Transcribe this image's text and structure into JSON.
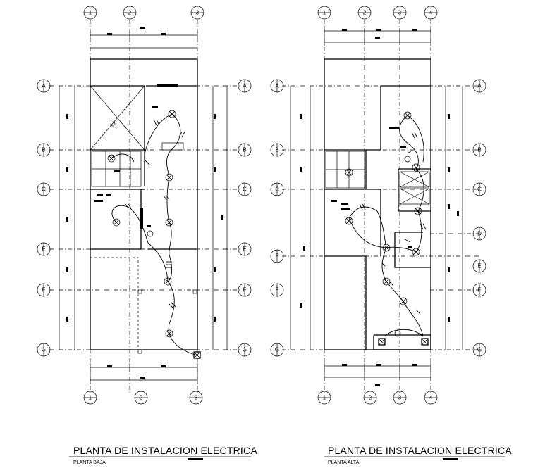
{
  "sheets": [
    {
      "title": "PLANTA DE INSTALACION ELECTRICA",
      "subtitle": "PLANTA BAJA",
      "axes_top": [
        "1",
        "2",
        "3"
      ],
      "axes_bottom": [
        "1",
        "2",
        "3"
      ],
      "axes_left": [
        "A",
        "B",
        "C",
        "E",
        "F",
        "G"
      ],
      "axes_right": [
        "A",
        "B",
        "C",
        "E",
        "F",
        "G"
      ]
    },
    {
      "title": "PLANTA DE INSTALACION ELECTRICA",
      "subtitle": "PLANTA ALTA",
      "axes_top": [
        "1",
        "2",
        "3",
        "4"
      ],
      "axes_bottom": [
        "1",
        "2",
        "3",
        "4"
      ],
      "axes_left": [
        "A",
        "B",
        "C",
        "E",
        "F",
        "G"
      ],
      "axes_right": [
        "A",
        "B",
        "C",
        "D",
        "E",
        "F",
        "G"
      ]
    }
  ],
  "icons": {
    "axis_bubble": "axis-bubble-icon",
    "ceiling_light": "ceiling-light-icon",
    "outlet": "outlet-icon",
    "switch": "switch-icon",
    "panel": "electrical-panel-icon"
  },
  "colors": {
    "ink": "#000000",
    "paper": "#ffffff"
  }
}
